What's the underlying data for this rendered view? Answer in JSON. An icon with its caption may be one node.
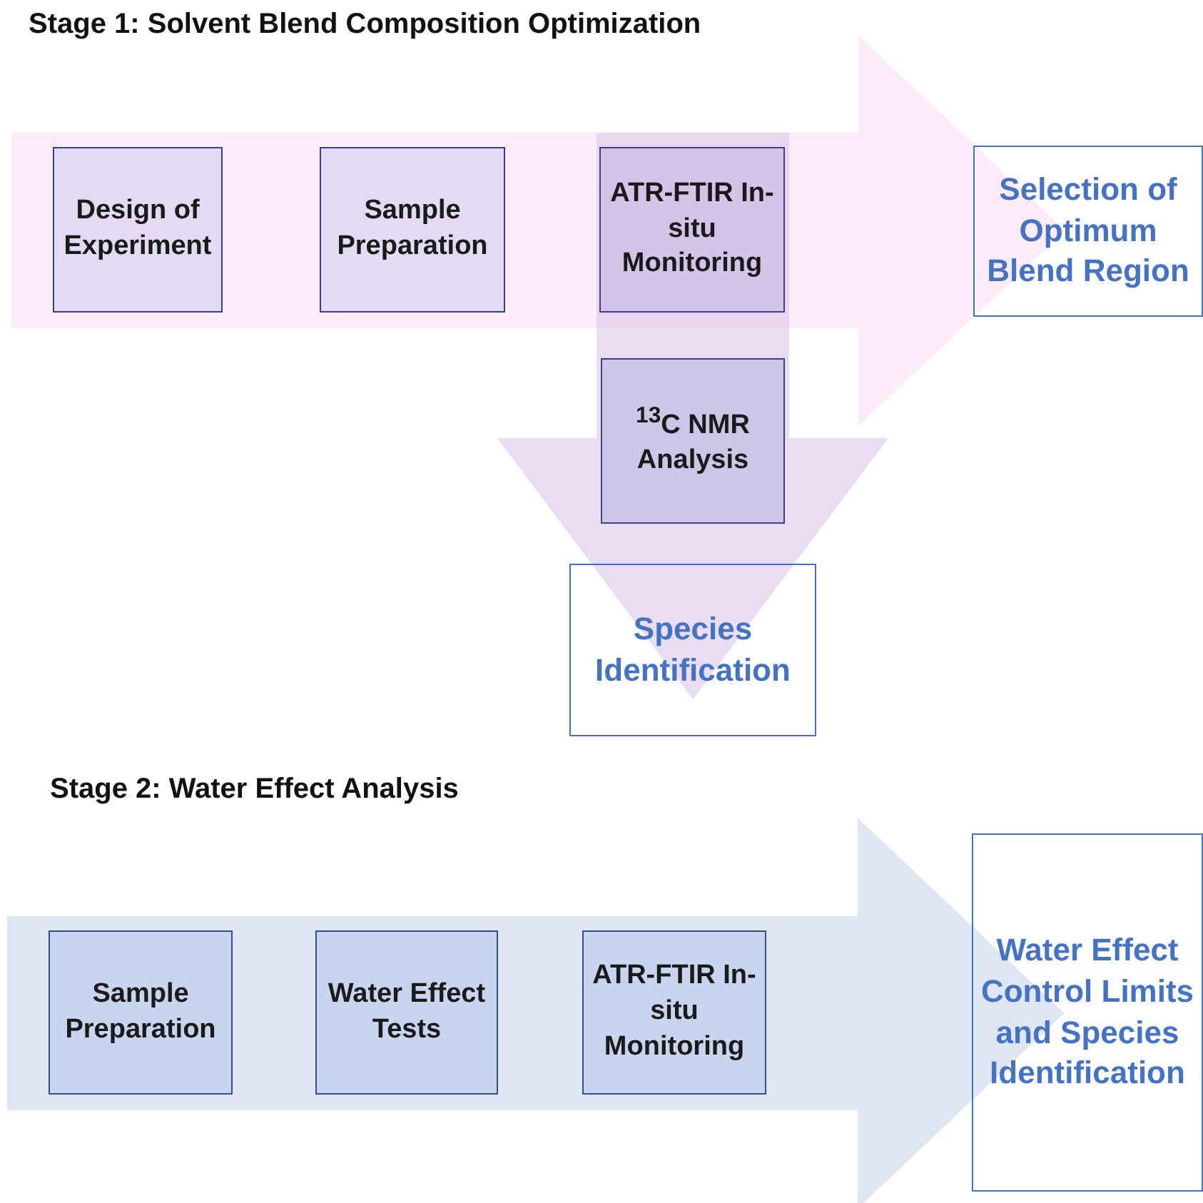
{
  "diagram": {
    "nodes": [
      {
        "text": [
          "Design of Experiment"
        ]
      },
      {
        "text": [
          "Sample Preparation"
        ]
      },
      {
        "text": [
          "ATR-FTIR In-situ Monitoring"
        ]
      },
      {
        "text": [
          "Selection of Optimum Blend Region"
        ]
      },
      {
        "text": [
          "$^{13}$C NMR Analysis"
        ]
      },
      {
        "text": [
          "Species Identification"
        ]
      },
      {
        "text": [
          "Sample Preparation"
        ]
      },
      {
        "text": [
          "Water Effect Tests"
        ]
      },
      {
        "text": [
          "ATR-FTIR In-situ Monitoring"
        ]
      },
      {
        "text": [
          "Water Effect Control Limits and Species Identification"
        ]
      }
    ],
    "edges": [
      {
        "from": 0,
        "to": 3,
        "arrow": "to",
        "style": "thick",
        "color": "#fbe4f6"
      },
      {
        "from": 2,
        "to": 5,
        "arrow": "to",
        "style": "thick",
        "color": "#dcc6e8"
      },
      {
        "from": 6,
        "to": 9,
        "arrow": "to",
        "style": "thick",
        "color": "#dce3f1"
      }
    ],
    "labels": [
      "Stage 1: Solvent Blend Composition Optimization",
      "Stage 2: Water Effect Analysis"
    ]
  }
}
